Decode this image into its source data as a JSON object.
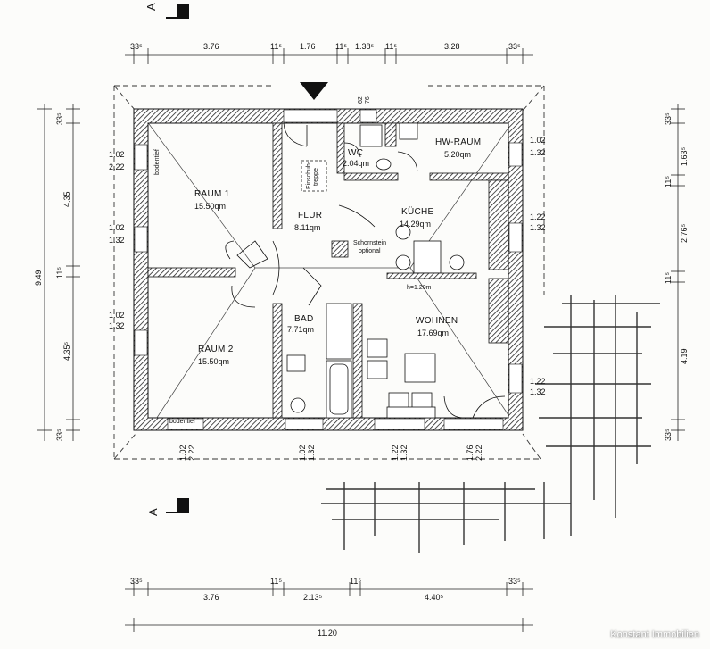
{
  "section_mark": "A",
  "top_dims": [
    "33⁵",
    "3.76",
    "11⁵",
    "1.76",
    "11⁵",
    "1.38⁵",
    "11⁵",
    "3.28",
    "33⁵"
  ],
  "bottom_dims": [
    "33⁵",
    "3.76",
    "11⁵",
    "2.13⁵",
    "11⁵",
    "4.40⁵",
    "33⁵"
  ],
  "overall_width": "11.20",
  "left_dims": [
    "33⁵",
    "4.35",
    "11⁵",
    "4.35⁵",
    "33⁵"
  ],
  "overall_height": "9.49",
  "right_dims": [
    "33⁵",
    "1.63⁵",
    "11⁵",
    "2.76⁵",
    "11⁵",
    "4.19",
    "33⁵"
  ],
  "entrance_dims": [
    "62",
    "76"
  ],
  "opening_labels": {
    "top_right_1": [
      "1.02",
      "1.32"
    ],
    "left_1": [
      "1.02",
      "2.22"
    ],
    "left_2": [
      "1.02",
      "1.32"
    ],
    "left_3": [
      "1.02",
      "1.32"
    ],
    "right_2": [
      "1.22",
      "1.32"
    ],
    "right_3": [
      "1.22",
      "1.32"
    ],
    "bottom_1": [
      "1.02",
      "2.22"
    ],
    "bottom_2": [
      "1.02",
      "1.32"
    ],
    "bottom_3": [
      "1.22",
      "1.32"
    ],
    "bottom_4": [
      "1.76",
      "2.22"
    ]
  },
  "rooms": [
    {
      "name": "RAUM 1",
      "area": "15.50qm"
    },
    {
      "name": "RAUM 2",
      "area": "15.50qm"
    },
    {
      "name": "FLUR",
      "area": "8.11qm"
    },
    {
      "name": "WC",
      "area": "2.04qm"
    },
    {
      "name": "HW-RAUM",
      "area": "5.20qm"
    },
    {
      "name": "KÜCHE",
      "area": "14.29qm"
    },
    {
      "name": "BAD",
      "area": "7.71qm"
    },
    {
      "name": "WOHNEN",
      "area": "17.69qm"
    }
  ],
  "notes": {
    "bodentief_1": "bodentief",
    "bodentief_2": "bodentief",
    "einschub": "Einschub-",
    "treppe": "treppe",
    "schornstein": "Schornstein",
    "optional": "optional",
    "height": "h=1.20m"
  },
  "watermark": "Konstant Immobilien"
}
